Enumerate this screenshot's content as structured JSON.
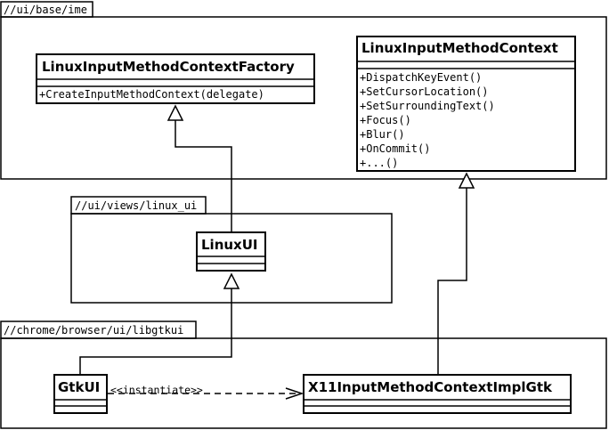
{
  "packages": {
    "ime": {
      "label": "//ui/base/ime"
    },
    "views": {
      "label": "//ui/views/linux_ui"
    },
    "libgtkui": {
      "label": "//chrome/browser/ui/libgtkui"
    }
  },
  "classes": {
    "factory": {
      "name": "LinuxInputMethodContextFactory",
      "operations": [
        "+CreateInputMethodContext(delegate)"
      ]
    },
    "context": {
      "name": "LinuxInputMethodContext",
      "operations": [
        "+DispatchKeyEvent()",
        "+SetCursorLocation()",
        "+SetSurroundingText()",
        "+Focus()",
        "+Blur()",
        "+OnCommit()",
        "+...()"
      ]
    },
    "linuxui": {
      "name": "LinuxUI"
    },
    "gtkui": {
      "name": "GtkUI"
    },
    "impl": {
      "name": "X11InputMethodContextImplGtk"
    }
  },
  "relations": {
    "instantiate_label": "<<instantiate>>"
  }
}
